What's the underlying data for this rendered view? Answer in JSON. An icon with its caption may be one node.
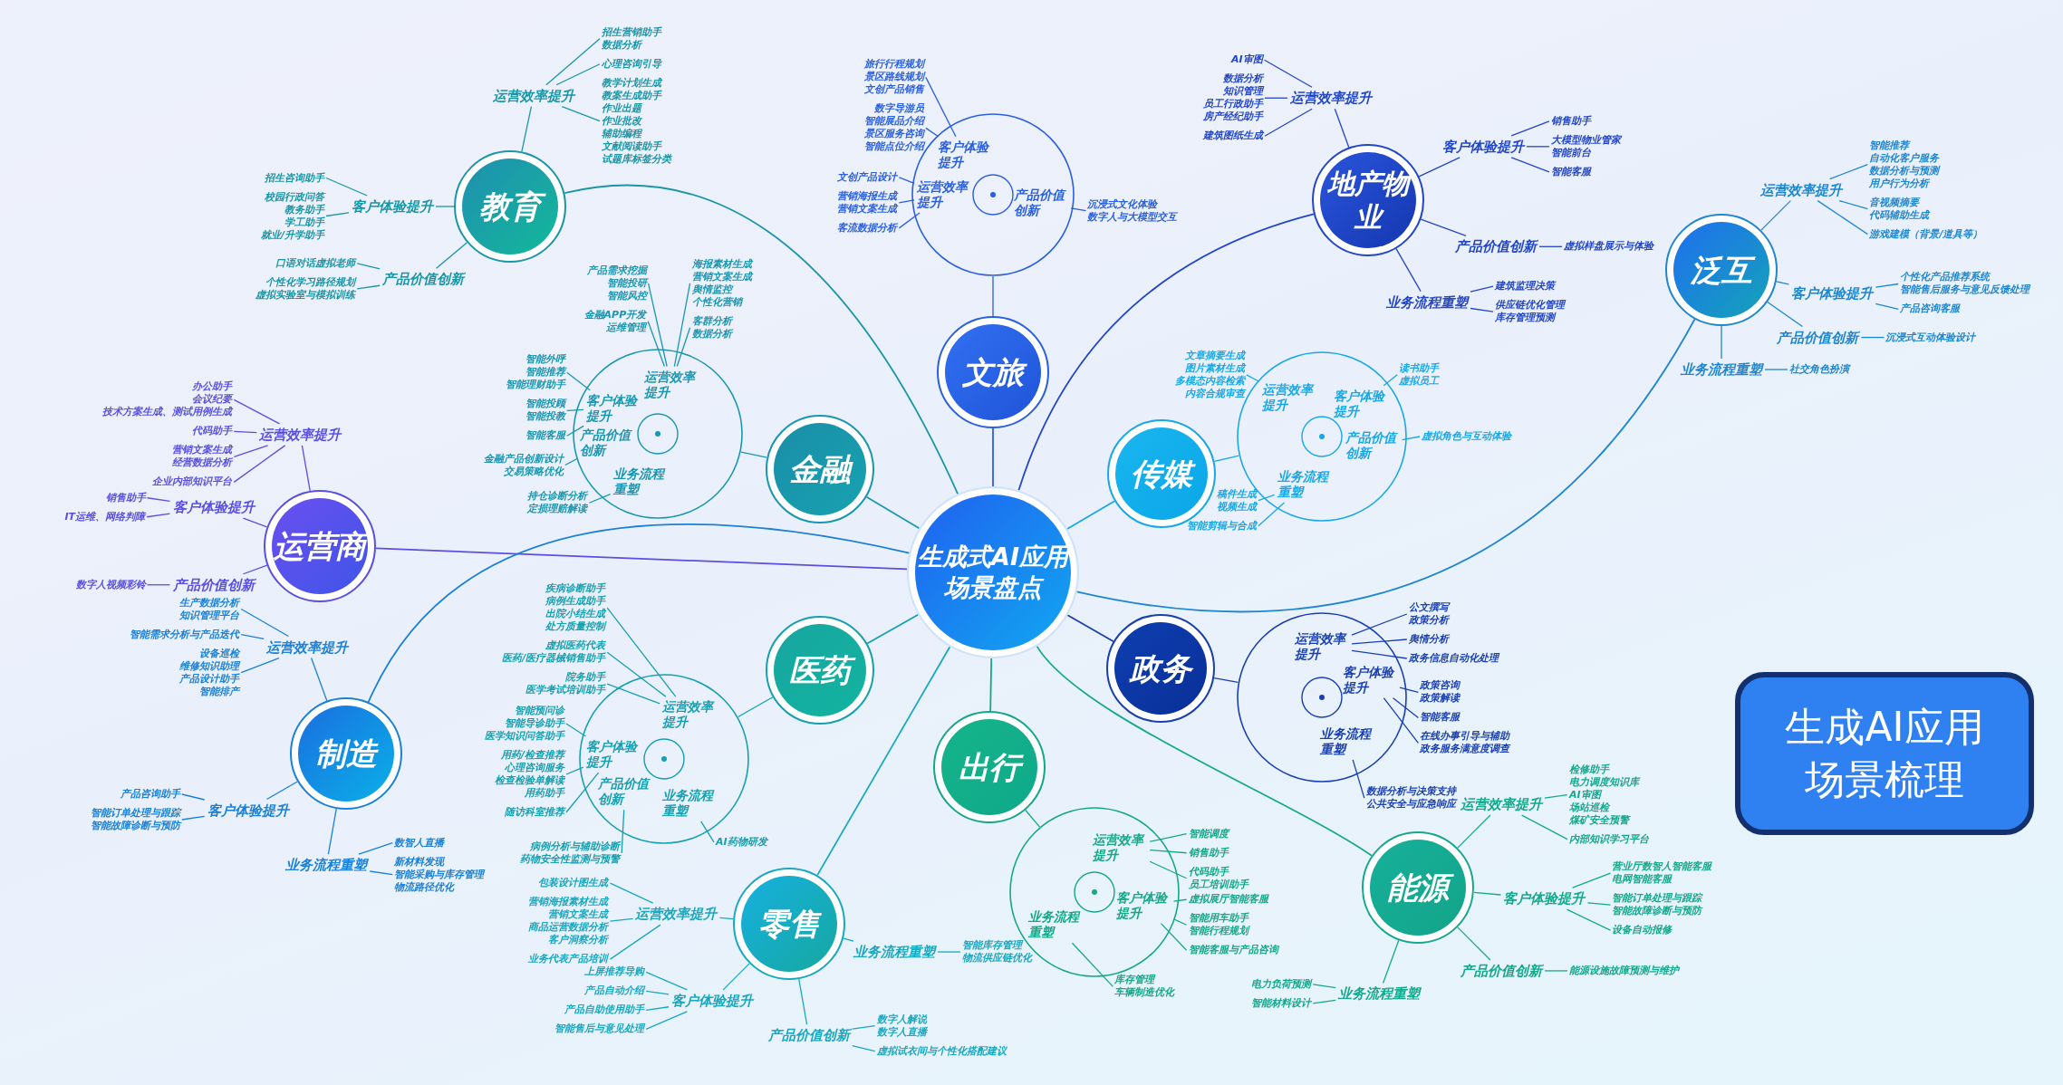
{
  "diagram": {
    "title": "生成AI应用场景梳理",
    "nodes": [
      {
        "text": [
          "生成式AI应用场景盘点"
        ]
      },
      {
        "text": [
          "教育"
        ]
      },
      {
        "text": [
          "运营效率提升"
        ]
      },
      {
        "text": [
          "招生营销助手",
          "数据分析"
        ]
      },
      {
        "text": [
          "心理咨询引导"
        ]
      },
      {
        "text": [
          "教学计划生成",
          "教案生成助手",
          "作业出题",
          "作业批改",
          "辅助编程",
          "文献阅读助手",
          "试题库标签分类"
        ]
      },
      {
        "text": [
          "客户体验提升"
        ]
      },
      {
        "text": [
          "招生咨询助手"
        ]
      },
      {
        "text": [
          "校园行政问答",
          "教务助手",
          "学工助手",
          "就业/升学助手"
        ]
      },
      {
        "text": [
          "产品价值创新"
        ]
      },
      {
        "text": [
          "口语对话虚拟老师"
        ]
      },
      {
        "text": [
          "个性化学习路径规划",
          "虚拟实验室与模拟训练"
        ]
      },
      {
        "text": [
          "文旅"
        ]
      },
      {
        "text": [],
        "shape": "circle"
      },
      {
        "text": [
          "客户体验提升"
        ],
        "in": 13
      },
      {
        "text": [
          "旅行行程规划",
          "景区路线规划",
          "文创产品销售"
        ]
      },
      {
        "text": [
          "数字导游员",
          "智能展品介绍",
          "景区服务咨询",
          "智能点位介绍"
        ]
      },
      {
        "text": [
          "运营效率提升"
        ],
        "in": 13
      },
      {
        "text": [
          "文创产品设计"
        ]
      },
      {
        "text": [
          "营销海报生成",
          "营销文案生成"
        ]
      },
      {
        "text": [
          "客流数据分析"
        ]
      },
      {
        "text": [
          "产品价值创新"
        ],
        "in": 13
      },
      {
        "text": [
          "沉浸式文化体验",
          "数字人与大模型交互"
        ]
      },
      {
        "text": [
          "地产物业"
        ]
      },
      {
        "text": [
          "运营效率提升"
        ]
      },
      {
        "text": [
          "AI审图"
        ]
      },
      {
        "text": [
          "数据分析",
          "知识管理",
          "员工行政助手",
          "房产经纪助手"
        ]
      },
      {
        "text": [
          "建筑图纸生成"
        ]
      },
      {
        "text": [
          "客户体验提升"
        ]
      },
      {
        "text": [
          "销售助手"
        ]
      },
      {
        "text": [
          "大模型物业管家",
          "智能前台"
        ]
      },
      {
        "text": [
          "智能客服"
        ]
      },
      {
        "text": [
          "产品价值创新"
        ]
      },
      {
        "text": [
          "虚拟样盘展示与体验"
        ]
      },
      {
        "text": [
          "业务流程重塑"
        ]
      },
      {
        "text": [
          "建筑监理决策"
        ]
      },
      {
        "text": [
          "供应链优化管理",
          "库存管理预测"
        ]
      },
      {
        "text": [
          "泛互"
        ]
      },
      {
        "text": [
          "运营效率提升"
        ]
      },
      {
        "text": [
          "智能推荐",
          "自动化客户服务",
          "数据分析与预测",
          "用户行为分析"
        ]
      },
      {
        "text": [
          "音视频摘要",
          "代码辅助生成"
        ]
      },
      {
        "text": [
          "游戏建模（背景/道具等）"
        ]
      },
      {
        "text": [
          "客户体验提升"
        ]
      },
      {
        "text": [
          "个性化产品推荐系统",
          "智能售后服务与意见反馈处理"
        ]
      },
      {
        "text": [
          "产品咨询客服"
        ]
      },
      {
        "text": [
          "产品价值创新"
        ]
      },
      {
        "text": [
          "沉浸式互动体验设计"
        ]
      },
      {
        "text": [
          "业务流程重塑"
        ]
      },
      {
        "text": [
          "社交角色扮演"
        ]
      },
      {
        "text": [
          "金融"
        ]
      },
      {
        "text": [],
        "shape": "circle"
      },
      {
        "text": [
          "客户体验提升"
        ],
        "in": 50
      },
      {
        "text": [
          "智能外呼",
          "智能推荐",
          "智能理财助手"
        ]
      },
      {
        "text": [
          "智能投顾",
          "智能投教"
        ]
      },
      {
        "text": [
          "智能客服"
        ]
      },
      {
        "text": [
          "运营效率提升"
        ],
        "in": 50
      },
      {
        "text": [
          "产品需求挖掘",
          "智能投研",
          "智能风控"
        ]
      },
      {
        "text": [
          "金融APP开发",
          "运维管理"
        ]
      },
      {
        "text": [
          "海报素材生成",
          "营销文案生成",
          "舆情监控",
          "个性化营销"
        ]
      },
      {
        "text": [
          "客群分析",
          "数据分析"
        ]
      },
      {
        "text": [
          "产品价值创新"
        ],
        "in": 50
      },
      {
        "text": [
          "金融产品创新设计",
          "交易策略优化"
        ]
      },
      {
        "text": [
          "业务流程重塑"
        ],
        "in": 50
      },
      {
        "text": [
          "持仓诊断分析",
          "定损理赔解读"
        ]
      },
      {
        "text": [
          "传媒"
        ]
      },
      {
        "text": [],
        "shape": "circle"
      },
      {
        "text": [
          "运营效率提升"
        ],
        "in": 65
      },
      {
        "text": [
          "文章摘要生成",
          "图片素材生成",
          "多模态内容检索",
          "内容合规审查"
        ]
      },
      {
        "text": [
          "客户体验提升"
        ],
        "in": 65
      },
      {
        "text": [
          "读书助手",
          "虚拟员工"
        ]
      },
      {
        "text": [
          "产品价值创新"
        ],
        "in": 65
      },
      {
        "text": [
          "虚拟角色与互动体验"
        ]
      },
      {
        "text": [
          "业务流程重塑"
        ],
        "in": 65
      },
      {
        "text": [
          "稿件生成",
          "视频生成"
        ]
      },
      {
        "text": [
          "智能剪辑与合成"
        ]
      },
      {
        "text": [
          "运营商"
        ]
      },
      {
        "text": [
          "运营效率提升"
        ]
      },
      {
        "text": [
          "办公助手",
          "会议纪要",
          "技术方案生成、测试用例生成"
        ]
      },
      {
        "text": [
          "代码助手"
        ]
      },
      {
        "text": [
          "营销文案生成",
          "经营数据分析"
        ]
      },
      {
        "text": [
          "企业内部知识平台"
        ]
      },
      {
        "text": [
          "客户体验提升"
        ]
      },
      {
        "text": [
          "销售助手"
        ]
      },
      {
        "text": [
          "IT运维、网络判障"
        ]
      },
      {
        "text": [
          "产品价值创新"
        ]
      },
      {
        "text": [
          "数字人视频彩铃"
        ]
      },
      {
        "text": [
          "医药"
        ]
      },
      {
        "text": [],
        "shape": "circle"
      },
      {
        "text": [
          "运营效率提升"
        ],
        "in": 87
      },
      {
        "text": [
          "疾病诊断助手",
          "病例生成助手",
          "出院小结生成",
          "处方质量控制"
        ]
      },
      {
        "text": [
          "虚拟医药代表",
          "医药/医疗器械销售助手"
        ]
      },
      {
        "text": [
          "院务助手",
          "医学考试培训助手"
        ]
      },
      {
        "text": [
          "客户体验提升"
        ],
        "in": 87
      },
      {
        "text": [
          "智能预问诊",
          "智能导诊助手",
          "医学知识问答助手"
        ]
      },
      {
        "text": [
          "用药/检查推荐",
          "心理咨询服务",
          "检查检验单解读",
          "用药助手"
        ]
      },
      {
        "text": [
          "随访科室推荐"
        ]
      },
      {
        "text": [
          "产品价值创新"
        ],
        "in": 87
      },
      {
        "text": [
          "病例分析与辅助诊断",
          "药物安全性监测与预警"
        ]
      },
      {
        "text": [
          "业务流程重塑"
        ],
        "in": 87
      },
      {
        "text": [
          "AI药物研发"
        ]
      },
      {
        "text": [
          "政务"
        ]
      },
      {
        "text": [],
        "shape": "circle"
      },
      {
        "text": [
          "运营效率提升"
        ],
        "in": 101
      },
      {
        "text": [
          "公文撰写",
          "政策分析"
        ]
      },
      {
        "text": [
          "舆情分析"
        ]
      },
      {
        "text": [
          "政务信息自动化处理"
        ]
      },
      {
        "text": [
          "客户体验提升"
        ],
        "in": 101
      },
      {
        "text": [
          "政策咨询",
          "政策解读"
        ]
      },
      {
        "text": [
          "智能客服"
        ]
      },
      {
        "text": [
          "在线办事引导与辅助",
          "政务服务满意度调查"
        ]
      },
      {
        "text": [
          "业务流程重塑"
        ],
        "in": 101
      },
      {
        "text": [
          "数据分析与决策支持",
          "公共安全与应急响应"
        ]
      },
      {
        "text": [
          "制造"
        ]
      },
      {
        "text": [
          "运营效率提升"
        ]
      },
      {
        "text": [
          "生产数据分析",
          "知识管理平台"
        ]
      },
      {
        "text": [
          "智能需求分析与产品迭代"
        ]
      },
      {
        "text": [
          "设备巡检",
          "维修知识助理",
          "产品设计助手",
          "智能排产"
        ]
      },
      {
        "text": [
          "客户体验提升"
        ]
      },
      {
        "text": [
          "产品咨询助手"
        ]
      },
      {
        "text": [
          "智能订单处理与跟踪",
          "智能故障诊断与预防"
        ]
      },
      {
        "text": [
          "业务流程重塑"
        ]
      },
      {
        "text": [
          "数智人直播"
        ]
      },
      {
        "text": [
          "新材料发现",
          "智能采购与库存管理",
          "物流路径优化"
        ]
      },
      {
        "text": [
          "出行"
        ]
      },
      {
        "text": [],
        "shape": "circle"
      },
      {
        "text": [
          "运营效率提升"
        ],
        "in": 124
      },
      {
        "text": [
          "智能调度"
        ]
      },
      {
        "text": [
          "销售助手"
        ]
      },
      {
        "text": [
          "代码助手",
          "员工培训助手"
        ]
      },
      {
        "text": [
          "客户体验提升"
        ],
        "in": 124
      },
      {
        "text": [
          "虚拟展厅智能客服"
        ]
      },
      {
        "text": [
          "智能用车助手",
          "智能行程规划"
        ]
      },
      {
        "text": [
          "智能客服与产品咨询"
        ]
      },
      {
        "text": [
          "业务流程重塑"
        ],
        "in": 124
      },
      {
        "text": [
          "库存管理",
          "车辆制造优化"
        ]
      },
      {
        "text": [
          "零售"
        ]
      },
      {
        "text": [
          "运营效率提升"
        ]
      },
      {
        "text": [
          "包装设计图生成"
        ]
      },
      {
        "text": [
          "营销海报素材生成",
          "营销文案生成",
          "商品运营数据分析",
          "客户洞察分析"
        ]
      },
      {
        "text": [
          "业务代表产品培训"
        ]
      },
      {
        "text": [
          "客户体验提升"
        ]
      },
      {
        "text": [
          "上屏推荐导购"
        ]
      },
      {
        "text": [
          "产品自动介绍"
        ]
      },
      {
        "text": [
          "产品自助使用助手"
        ]
      },
      {
        "text": [
          "智能售后与意见处理"
        ]
      },
      {
        "text": [
          "产品价值创新"
        ]
      },
      {
        "text": [
          "数字人解说",
          "数字人直播"
        ]
      },
      {
        "text": [
          "虚拟试衣间与个性化搭配建议"
        ]
      },
      {
        "text": [
          "业务流程重塑"
        ]
      },
      {
        "text": [
          "智能库存管理",
          "物流供应链优化"
        ]
      },
      {
        "text": [
          "能源"
        ]
      },
      {
        "text": [
          "运营效率提升"
        ]
      },
      {
        "text": [
          "检修助手",
          "电力调度知识库",
          "AI审图",
          "场站巡检",
          "煤矿安全预警"
        ]
      },
      {
        "text": [
          "内部知识学习平台"
        ]
      },
      {
        "text": [
          "客户体验提升"
        ]
      },
      {
        "text": [
          "营业厅数智人智能客服",
          "电网智能客服"
        ]
      },
      {
        "text": [
          "智能订单处理与跟踪",
          "智能故障诊断与预防"
        ]
      },
      {
        "text": [
          "设备自动报修"
        ]
      },
      {
        "text": [
          "产品价值创新"
        ]
      },
      {
        "text": [
          "能源设施故障预测与维护"
        ]
      },
      {
        "text": [
          "业务流程重塑"
        ]
      },
      {
        "text": [
          "电力负荷预测"
        ]
      },
      {
        "text": [
          "智能材料设计"
        ]
      }
    ],
    "edges": [
      {
        "from": 0,
        "to": 1,
        "arrow": "none",
        "color": "#1a96a6"
      },
      {
        "from": 0,
        "to": 12,
        "arrow": "none",
        "color": "#2a5fe0"
      },
      {
        "from": 0,
        "to": 23,
        "arrow": "none",
        "color": "#2346c8"
      },
      {
        "from": 0,
        "to": 37,
        "arrow": "none",
        "color": "#1f86d0"
      },
      {
        "from": 0,
        "to": 49,
        "arrow": "none",
        "color": "#1a97b0"
      },
      {
        "from": 0,
        "to": 64,
        "arrow": "none",
        "color": "#18a8e8"
      },
      {
        "from": 0,
        "to": 75,
        "arrow": "none",
        "color": "#5a4fe0"
      },
      {
        "from": 0,
        "to": 86,
        "arrow": "none",
        "color": "#16a0b0"
      },
      {
        "from": 0,
        "to": 100,
        "arrow": "none",
        "color": "#1a3fb0"
      },
      {
        "from": 0,
        "to": 112,
        "arrow": "none",
        "color": "#1a80d8"
      },
      {
        "from": 0,
        "to": 123,
        "arrow": "none",
        "color": "#14a888"
      },
      {
        "from": 0,
        "to": 135,
        "arrow": "none"
      },
      {
        "from": 0,
        "to": 150,
        "arrow": "none",
        "color": "#16a88c"
      },
      {
        "from": 1,
        "to": 2,
        "arrow": "none",
        "color": "#1a96a6"
      },
      {
        "from": 2,
        "to": 3,
        "arrow": "none",
        "color": "#1a96a6"
      },
      {
        "from": 2,
        "to": 4,
        "arrow": "none",
        "color": "#1a96a6"
      },
      {
        "from": 2,
        "to": 5,
        "arrow": "none",
        "color": "#1a96a6"
      },
      {
        "from": 1,
        "to": 6,
        "arrow": "none",
        "color": "#1a96a6"
      },
      {
        "from": 6,
        "to": 7,
        "arrow": "none",
        "color": "#1a96a6"
      },
      {
        "from": 6,
        "to": 8,
        "arrow": "none",
        "color": "#1a96a6"
      },
      {
        "from": 1,
        "to": 9,
        "arrow": "none",
        "color": "#1a96a6"
      },
      {
        "from": 9,
        "to": 10,
        "arrow": "none",
        "color": "#1a96a6"
      },
      {
        "from": 9,
        "to": 11,
        "arrow": "none",
        "color": "#1a96a6"
      },
      {
        "from": 12,
        "to": 13,
        "arrow": "none",
        "color": "#2a5fe0"
      },
      {
        "from": 14,
        "to": 15,
        "arrow": "none",
        "color": "#2a5fe0"
      },
      {
        "from": 14,
        "to": 16,
        "arrow": "none",
        "color": "#2a5fe0"
      },
      {
        "from": 17,
        "to": 18,
        "arrow": "none",
        "color": "#2a5fe0"
      },
      {
        "from": 17,
        "to": 19,
        "arrow": "none",
        "color": "#2a5fe0"
      },
      {
        "from": 17,
        "to": 20,
        "arrow": "none",
        "color": "#2a5fe0"
      },
      {
        "from": 21,
        "to": 22,
        "arrow": "none",
        "color": "#2a5fe0"
      },
      {
        "from": 23,
        "to": 24,
        "arrow": "none",
        "color": "#2346c8"
      },
      {
        "from": 24,
        "to": 25,
        "arrow": "none",
        "color": "#2346c8"
      },
      {
        "from": 24,
        "to": 26,
        "arrow": "none",
        "color": "#2346c8"
      },
      {
        "from": 24,
        "to": 27,
        "arrow": "none",
        "color": "#2346c8"
      },
      {
        "from": 23,
        "to": 28,
        "arrow": "none",
        "color": "#2346c8"
      },
      {
        "from": 28,
        "to": 29,
        "arrow": "none",
        "color": "#2346c8"
      },
      {
        "from": 28,
        "to": 30,
        "arrow": "none",
        "color": "#2346c8"
      },
      {
        "from": 28,
        "to": 31,
        "arrow": "none",
        "color": "#2346c8"
      },
      {
        "from": 23,
        "to": 32,
        "arrow": "none",
        "color": "#2346c8"
      },
      {
        "from": 32,
        "to": 33,
        "arrow": "none",
        "color": "#2346c8"
      },
      {
        "from": 23,
        "to": 34,
        "arrow": "none",
        "color": "#2346c8"
      },
      {
        "from": 34,
        "to": 35,
        "arrow": "none",
        "color": "#2346c8"
      },
      {
        "from": 34,
        "to": 36,
        "arrow": "none",
        "color": "#2346c8"
      },
      {
        "from": 37,
        "to": 38,
        "arrow": "none",
        "color": "#1f86d0"
      },
      {
        "from": 38,
        "to": 39,
        "arrow": "none",
        "color": "#1f86d0"
      },
      {
        "from": 38,
        "to": 40,
        "arrow": "none",
        "color": "#1f86d0"
      },
      {
        "from": 38,
        "to": 41,
        "arrow": "none",
        "color": "#1f86d0"
      },
      {
        "from": 37,
        "to": 42,
        "arrow": "none",
        "color": "#1f86d0"
      },
      {
        "from": 42,
        "to": 43,
        "arrow": "none",
        "color": "#1f86d0"
      },
      {
        "from": 42,
        "to": 44,
        "arrow": "none",
        "color": "#1f86d0"
      },
      {
        "from": 37,
        "to": 45,
        "arrow": "none",
        "color": "#1f86d0"
      },
      {
        "from": 45,
        "to": 46,
        "arrow": "none",
        "color": "#1f86d0"
      },
      {
        "from": 37,
        "to": 47,
        "arrow": "none",
        "color": "#1f86d0"
      },
      {
        "from": 47,
        "to": 48,
        "arrow": "none",
        "color": "#1f86d0"
      },
      {
        "from": 49,
        "to": 50,
        "arrow": "none",
        "color": "#1a97b0"
      },
      {
        "from": 51,
        "to": 52,
        "arrow": "none",
        "color": "#1a97b0"
      },
      {
        "from": 51,
        "to": 53,
        "arrow": "none",
        "color": "#1a97b0"
      },
      {
        "from": 51,
        "to": 54,
        "arrow": "none",
        "color": "#1a97b0"
      },
      {
        "from": 55,
        "to": 56,
        "arrow": "none",
        "color": "#1a97b0"
      },
      {
        "from": 55,
        "to": 57,
        "arrow": "none",
        "color": "#1a97b0"
      },
      {
        "from": 55,
        "to": 58,
        "arrow": "none",
        "color": "#1a97b0"
      },
      {
        "from": 55,
        "to": 59,
        "arrow": "none",
        "color": "#1a97b0"
      },
      {
        "from": 60,
        "to": 61,
        "arrow": "none",
        "color": "#1a97b0"
      },
      {
        "from": 62,
        "to": 63,
        "arrow": "none",
        "color": "#1a97b0"
      },
      {
        "from": 64,
        "to": 65,
        "arrow": "none",
        "color": "#18a8e8"
      },
      {
        "from": 66,
        "to": 67,
        "arrow": "none",
        "color": "#18a8e8"
      },
      {
        "from": 68,
        "to": 69,
        "arrow": "none",
        "color": "#18a8e8"
      },
      {
        "from": 70,
        "to": 71,
        "arrow": "none",
        "color": "#18a8e8"
      },
      {
        "from": 72,
        "to": 73,
        "arrow": "none",
        "color": "#18a8e8"
      },
      {
        "from": 72,
        "to": 74,
        "arrow": "none",
        "color": "#18a8e8"
      },
      {
        "from": 75,
        "to": 76,
        "arrow": "none",
        "color": "#5a4fe0"
      },
      {
        "from": 76,
        "to": 77,
        "arrow": "none",
        "color": "#5a4fe0"
      },
      {
        "from": 76,
        "to": 78,
        "arrow": "none",
        "color": "#5a4fe0"
      },
      {
        "from": 76,
        "to": 79,
        "arrow": "none",
        "color": "#5a4fe0"
      },
      {
        "from": 76,
        "to": 80,
        "arrow": "none",
        "color": "#5a4fe0"
      },
      {
        "from": 75,
        "to": 81,
        "arrow": "none",
        "color": "#5a4fe0"
      },
      {
        "from": 81,
        "to": 82,
        "arrow": "none",
        "color": "#5a4fe0"
      },
      {
        "from": 81,
        "to": 83,
        "arrow": "none",
        "color": "#5a4fe0"
      },
      {
        "from": 75,
        "to": 84,
        "arrow": "none",
        "color": "#5a4fe0"
      },
      {
        "from": 84,
        "to": 85,
        "arrow": "none",
        "color": "#5a4fe0"
      },
      {
        "from": 86,
        "to": 87,
        "arrow": "none",
        "color": "#16a0b0"
      },
      {
        "from": 88,
        "to": 89,
        "arrow": "none",
        "color": "#16a0b0"
      },
      {
        "from": 88,
        "to": 90,
        "arrow": "none",
        "color": "#16a0b0"
      },
      {
        "from": 88,
        "to": 91,
        "arrow": "none",
        "color": "#16a0b0"
      },
      {
        "from": 92,
        "to": 93,
        "arrow": "none",
        "color": "#16a0b0"
      },
      {
        "from": 92,
        "to": 94,
        "arrow": "none",
        "color": "#16a0b0"
      },
      {
        "from": 92,
        "to": 95,
        "arrow": "none",
        "color": "#16a0b0"
      },
      {
        "from": 96,
        "to": 97,
        "arrow": "none",
        "color": "#16a0b0"
      },
      {
        "from": 98,
        "to": 99,
        "arrow": "none",
        "color": "#16a0b0"
      },
      {
        "from": 100,
        "to": 101,
        "arrow": "none",
        "color": "#1a3fb0"
      },
      {
        "from": 102,
        "to": 103,
        "arrow": "none",
        "color": "#1a3fb0"
      },
      {
        "from": 102,
        "to": 104,
        "arrow": "none",
        "color": "#1a3fb0"
      },
      {
        "from": 102,
        "to": 105,
        "arrow": "none",
        "color": "#1a3fb0"
      },
      {
        "from": 106,
        "to": 107,
        "arrow": "none",
        "color": "#1a3fb0"
      },
      {
        "from": 106,
        "to": 108,
        "arrow": "none",
        "color": "#1a3fb0"
      },
      {
        "from": 106,
        "to": 109,
        "arrow": "none",
        "color": "#1a3fb0"
      },
      {
        "from": 110,
        "to": 111,
        "arrow": "none",
        "color": "#1a3fb0"
      },
      {
        "from": 112,
        "to": 113,
        "arrow": "none",
        "color": "#1a80d8"
      },
      {
        "from": 113,
        "to": 114,
        "arrow": "none",
        "color": "#1a80d8"
      },
      {
        "from": 113,
        "to": 115,
        "arrow": "none",
        "color": "#1a80d8"
      },
      {
        "from": 113,
        "to": 116,
        "arrow": "none",
        "color": "#1a80d8"
      },
      {
        "from": 112,
        "to": 117,
        "arrow": "none",
        "color": "#1a80d8"
      },
      {
        "from": 117,
        "to": 118,
        "arrow": "none",
        "color": "#1a80d8"
      },
      {
        "from": 117,
        "to": 119,
        "arrow": "none",
        "color": "#1a80d8"
      },
      {
        "from": 112,
        "to": 120,
        "arrow": "none",
        "color": "#1a80d8"
      },
      {
        "from": 120,
        "to": 121,
        "arrow": "none",
        "color": "#1a80d8"
      },
      {
        "from": 120,
        "to": 122,
        "arrow": "none",
        "color": "#1a80d8"
      },
      {
        "from": 123,
        "to": 124,
        "arrow": "none",
        "color": "#14a888"
      },
      {
        "from": 125,
        "to": 126,
        "arrow": "none",
        "color": "#14a888"
      },
      {
        "from": 125,
        "to": 127,
        "arrow": "none",
        "color": "#14a888"
      },
      {
        "from": 125,
        "to": 128,
        "arrow": "none",
        "color": "#14a888"
      },
      {
        "from": 129,
        "to": 130,
        "arrow": "none",
        "color": "#14a888"
      },
      {
        "from": 129,
        "to": 131,
        "arrow": "none",
        "color": "#14a888"
      },
      {
        "from": 129,
        "to": 132,
        "arrow": "none",
        "color": "#14a888"
      },
      {
        "from": 133,
        "to": 134,
        "arrow": "none",
        "color": "#14a888"
      },
      {
        "from": 135,
        "to": 136,
        "arrow": "none"
      },
      {
        "from": 136,
        "to": 137,
        "arrow": "none"
      },
      {
        "from": 136,
        "to": 138,
        "arrow": "none"
      },
      {
        "from": 136,
        "to": 139,
        "arrow": "none"
      },
      {
        "from": 135,
        "to": 140,
        "arrow": "none"
      },
      {
        "from": 140,
        "to": 141,
        "arrow": "none"
      },
      {
        "from": 140,
        "to": 142,
        "arrow": "none"
      },
      {
        "from": 140,
        "to": 143,
        "arrow": "none"
      },
      {
        "from": 140,
        "to": 144,
        "arrow": "none"
      },
      {
        "from": 135,
        "to": 145,
        "arrow": "none"
      },
      {
        "from": 145,
        "to": 146,
        "arrow": "none"
      },
      {
        "from": 145,
        "to": 147,
        "arrow": "none"
      },
      {
        "from": 135,
        "to": 148,
        "arrow": "none"
      },
      {
        "from": 148,
        "to": 149,
        "arrow": "none"
      },
      {
        "from": 150,
        "to": 151,
        "arrow": "none",
        "color": "#16a88c"
      },
      {
        "from": 151,
        "to": 152,
        "arrow": "none",
        "color": "#16a88c"
      },
      {
        "from": 151,
        "to": 153,
        "arrow": "none",
        "color": "#16a88c"
      },
      {
        "from": 150,
        "to": 154,
        "arrow": "none",
        "color": "#16a88c"
      },
      {
        "from": 154,
        "to": 155,
        "arrow": "none",
        "color": "#16a88c"
      },
      {
        "from": 154,
        "to": 156,
        "arrow": "none",
        "color": "#16a88c"
      },
      {
        "from": 154,
        "to": 157,
        "arrow": "none",
        "color": "#16a88c"
      },
      {
        "from": 150,
        "to": 158,
        "arrow": "none",
        "color": "#16a88c"
      },
      {
        "from": 158,
        "to": 159,
        "arrow": "none",
        "color": "#16a88c"
      },
      {
        "from": 150,
        "to": 160,
        "arrow": "none",
        "color": "#16a88c"
      },
      {
        "from": 160,
        "to": 161,
        "arrow": "none",
        "color": "#16a88c"
      },
      {
        "from": 160,
        "to": 162,
        "arrow": "none",
        "color": "#16a88c"
      }
    ]
  }
}
